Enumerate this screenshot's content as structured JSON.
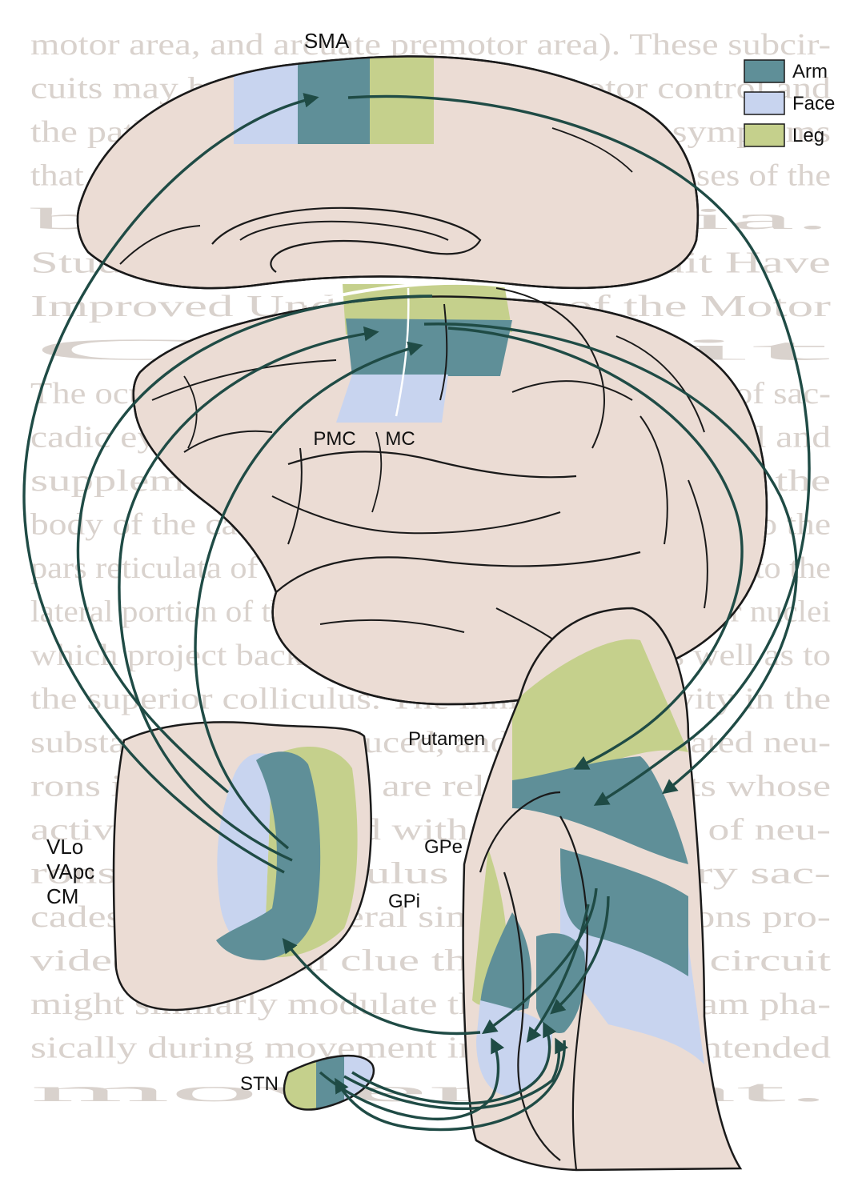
{
  "legend": {
    "items": [
      {
        "label": "Arm",
        "color": "#5f8f98"
      },
      {
        "label": "Face",
        "color": "#c8d4ef"
      },
      {
        "label": "Leg",
        "color": "#c5d08c"
      }
    ]
  },
  "colors": {
    "tissue": "#ebdcd4",
    "outline": "#1a1a1a",
    "arrow": "#1f4b45",
    "page": "#ffffff"
  },
  "labels": {
    "sma": "SMA",
    "pmc": "PMC",
    "mc": "MC",
    "putamen": "Putamen",
    "gpe": "GPe",
    "gpi": "GPi",
    "thalamus_1": "VLo",
    "thalamus_2": "VApc",
    "thalamus_3": "CM",
    "stn": "STN"
  },
  "background_text": [
    "motor area, and arcuate premotor area). These subcir-",
    "cuits may be involved in saccadic motor control and",
    "the pathogenesis of the clinical signs and symptoms",
    "that occur in Parkinson disease and other diseases of the",
    "basal ganglia.",
    "Studies of the Oculomotor Circuit Have",
    "Improved Understanding of the Motor",
    "Circuit",
    "The oculomotor circuit is involved in the control of sac-",
    "cadic eye movements. It originates in the frontal and",
    "supplementary eye fields and projects to the",
    "body of the caudate. The caudate in turn projects to the",
    "pars reticulata of the substantia nigra, which projects to the",
    "lateral portion of the mediodorsal and ventral anterior nuclei",
    "which project back to the frontal eye fields as well as to",
    "the superior colliculus. The inhibitory activity in the",
    "substantia nigra is reduced, and saccade-related neu-",
    "rons in the colliculus are released, circuits whose",
    "activity is correlated with the initiation of neu-",
    "rons in the colliculus and voluntary sac-",
    "cades. Because several similar observations pro-",
    "vided the initial clue that the motor circuit",
    "might similarly modulate the motor program pha-",
    "sically during movement in favor of the intended",
    "movement."
  ]
}
